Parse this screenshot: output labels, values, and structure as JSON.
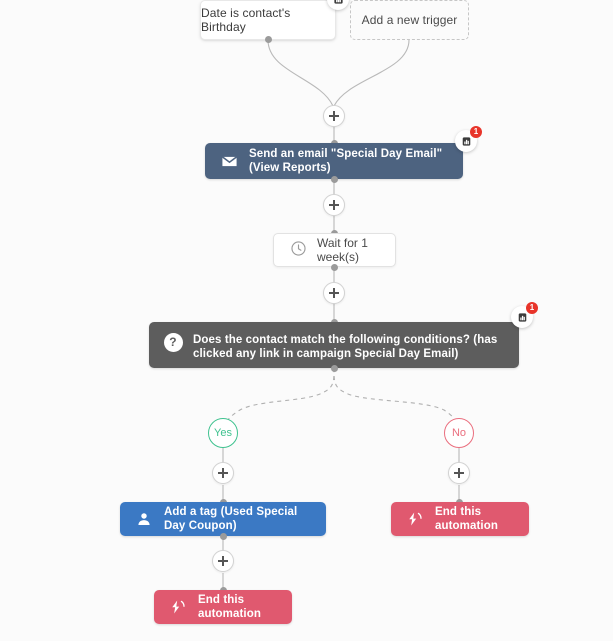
{
  "canvas": {
    "background": "#fbfbfb",
    "accents": {
      "email_block": "#4d6380",
      "condition_block": "#5d5d5d",
      "tag_block": "#3b79c4",
      "end_block": "#e0596f",
      "yes_branch": "#3fc28f",
      "no_branch": "#ea6e7e",
      "badge_red": "#e8342a",
      "connector_line": "#b9b9b9"
    }
  },
  "triggers": [
    {
      "label": "Date is contact's Birthday",
      "style": "card"
    },
    {
      "label": "Add a new trigger",
      "style": "dashed"
    }
  ],
  "steps": {
    "email": {
      "label": "Send an email \"Special Day Email\" (View Reports)",
      "icon": "envelope-icon",
      "badge_count": "1"
    },
    "wait": {
      "label": "Wait for 1 week(s)",
      "icon": "clock-icon"
    },
    "condition": {
      "label": "Does the contact match the following conditions? (has clicked any link in campaign Special Day Email)",
      "icon": "question-mark-icon",
      "badge_count": "1"
    },
    "branch_yes": {
      "label": "Yes"
    },
    "branch_no": {
      "label": "No"
    },
    "add_tag": {
      "label": "Add a tag (Used Special Day Coupon)",
      "icon": "person-icon"
    },
    "end_yes": {
      "label": "End this automation",
      "icon": "end-automation-icon"
    },
    "end_no": {
      "label": "End this automation",
      "icon": "end-automation-icon"
    }
  },
  "add_buttons": {
    "after_triggers": "+",
    "after_email": "+",
    "after_wait": "+",
    "yes_branch": "+",
    "no_branch": "+",
    "after_tag": "+"
  }
}
